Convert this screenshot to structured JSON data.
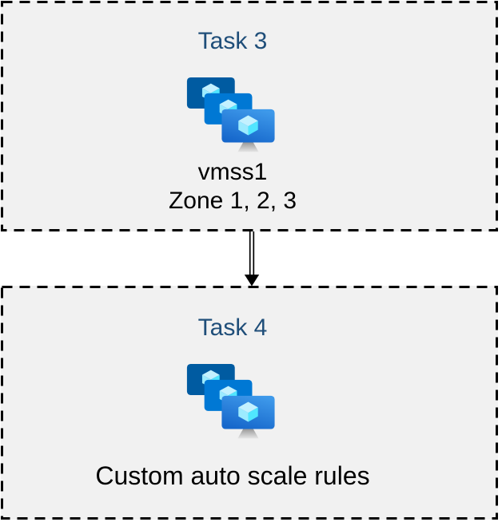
{
  "task3": {
    "title": "Task 3",
    "icon": "vm-scale-sets-icon",
    "name": "vmss1",
    "zones": "Zone 1, 2, 3"
  },
  "task4": {
    "title": "Task 4",
    "icon": "vm-scale-sets-icon",
    "caption": "Custom auto scale rules"
  },
  "connector": {
    "style": "double-line-arrow",
    "direction": "down"
  },
  "colors": {
    "title_text": "#1F4E79",
    "body_text": "#000000",
    "box_background": "#F1F1F1",
    "box_border": "#000000",
    "arrow": "#000000",
    "monitor_back": "#005BA1",
    "monitor_middle": "#0078D4",
    "monitor_front_top": "#3E99EA",
    "monitor_front_bottom": "#1667CB",
    "cube_top": "#C3F1FF",
    "cube_left": "#9CEBFF",
    "cube_right": "#50E6FF",
    "stand_top": "#949494",
    "stand_bottom": "#E6E6E6"
  }
}
